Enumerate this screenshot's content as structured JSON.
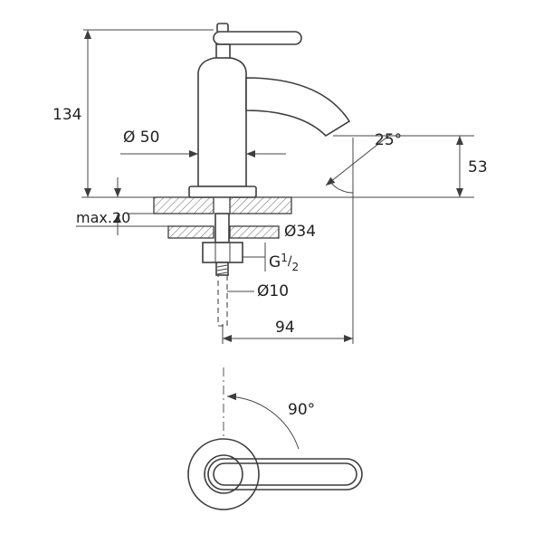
{
  "diagram": {
    "type": "technical-dimension-drawing",
    "subject": "single-hole pillar tap (faucet), side elevation and plan view",
    "colors": {
      "background": "#ffffff",
      "line": "#3d3d3d",
      "text": "#1f1f1f"
    },
    "labels": {
      "total_height": "134",
      "body_diameter": "Ø 50",
      "spout_angle": "25°",
      "spout_height": "53",
      "deck_thickness": "max.20",
      "hole_diameter": "Ø34",
      "thread_prefix": "G",
      "thread_numerator": "1",
      "thread_slash": "/",
      "thread_denominator": "2",
      "supply_diameter": "Ø10",
      "spout_reach": "94",
      "handle_swing_angle": "90°"
    }
  }
}
